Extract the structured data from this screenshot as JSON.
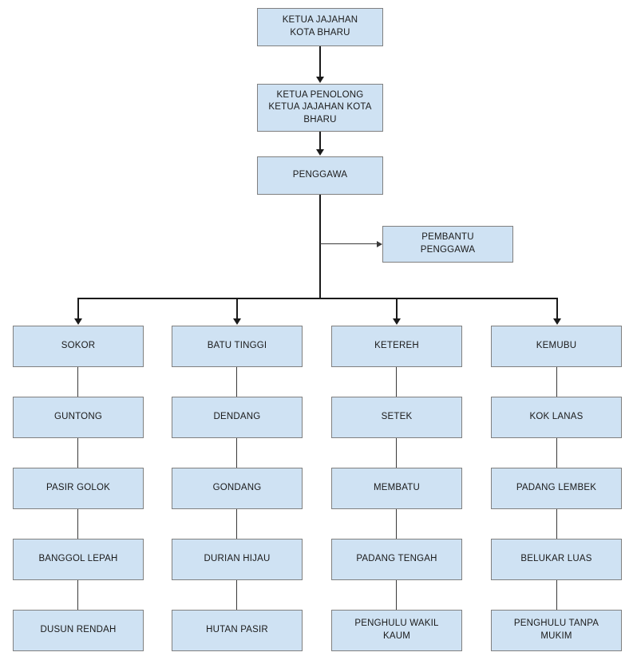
{
  "diagram": {
    "type": "organizational-chart",
    "colors": {
      "node_fill": "#cfe2f3",
      "node_border": "#808080",
      "connector": "#1a1a1a",
      "thin_connector": "#3a3a3a",
      "background": "#ffffff",
      "text": "#1a1a1a"
    },
    "top_chain": [
      {
        "id": "ketua-jajahan",
        "label": "KETUA JAJAHAN\nKOTA BHARU"
      },
      {
        "id": "ketua-penolong",
        "label": "KETUA PENOLONG\nKETUA JAJAHAN KOTA\nBHARU"
      },
      {
        "id": "penggawa",
        "label": "PENGGAWA"
      }
    ],
    "side_node": {
      "id": "pembantu-penggawa",
      "label": "PEMBANTU\nPENGGAWA"
    },
    "columns": [
      {
        "id": "column-sokor",
        "head": "SOKOR",
        "items": [
          "GUNTONG",
          "PASIR GOLOK",
          "BANGGOL LEPAH",
          "DUSUN RENDAH"
        ]
      },
      {
        "id": "column-batu-tinggi",
        "head": "BATU TINGGI",
        "items": [
          "DENDANG",
          "GONDANG",
          "DURIAN HIJAU",
          "HUTAN PASIR"
        ]
      },
      {
        "id": "column-ketereh",
        "head": "KETEREH",
        "items": [
          "SETEK",
          "MEMBATU",
          "PADANG TENGAH",
          "PENGHULU WAKIL\nKAUM"
        ]
      },
      {
        "id": "column-kemubu",
        "head": "KEMUBU",
        "items": [
          "KOK LANAS",
          "PADANG LEMBEK",
          "BELUKAR LUAS",
          "PENGHULU TANPA\nMUKIM"
        ]
      }
    ]
  }
}
